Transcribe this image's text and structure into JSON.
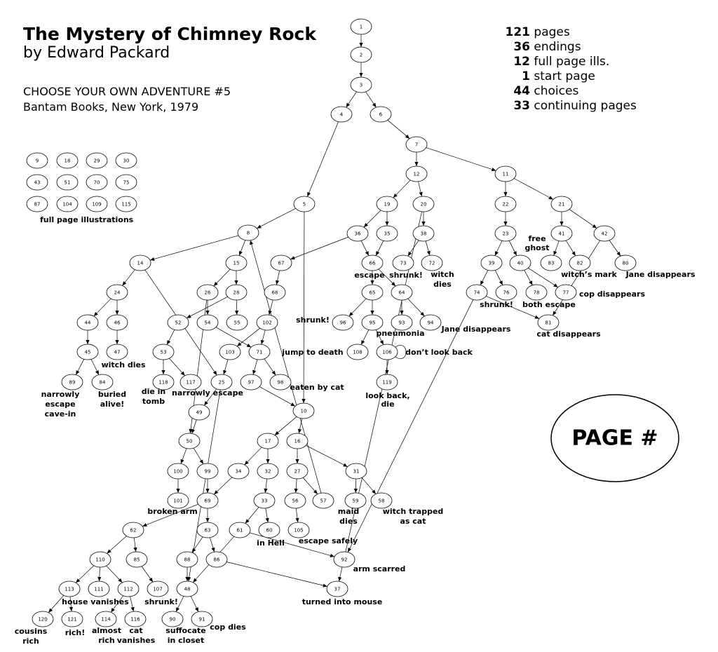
{
  "header": {
    "title": "The Mystery of Chimney Rock",
    "subtitle": "by Edward Packard",
    "series_line1": "CHOOSE YOUR OWN ADVENTURE #5",
    "series_line2": "Bantam Books, New York, 1979"
  },
  "stats": [
    {
      "num": "121",
      "label": "pages"
    },
    {
      "num": "36",
      "label": "endings"
    },
    {
      "num": "12",
      "label": "full page ills."
    },
    {
      "num": "1",
      "label": "start page"
    },
    {
      "num": "44",
      "label": "choices"
    },
    {
      "num": "33",
      "label": "continuing pages"
    }
  ],
  "illustrations": {
    "caption": "full page illustrations",
    "pages": [
      "9",
      "18",
      "29",
      "30",
      "43",
      "51",
      "70",
      "75",
      "87",
      "104",
      "109",
      "115"
    ]
  },
  "page_key": "PAGE #",
  "nodes": [
    {
      "id": "1"
    },
    {
      "id": "2"
    },
    {
      "id": "3"
    },
    {
      "id": "4"
    },
    {
      "id": "6"
    },
    {
      "id": "7"
    },
    {
      "id": "5"
    },
    {
      "id": "12"
    },
    {
      "id": "11"
    },
    {
      "id": "19"
    },
    {
      "id": "20"
    },
    {
      "id": "22"
    },
    {
      "id": "21"
    },
    {
      "id": "8"
    },
    {
      "id": "36"
    },
    {
      "id": "35"
    },
    {
      "id": "38"
    },
    {
      "id": "23"
    },
    {
      "id": "41"
    },
    {
      "id": "42"
    },
    {
      "id": "14"
    },
    {
      "id": "15"
    },
    {
      "id": "67"
    },
    {
      "id": "66"
    },
    {
      "id": "73"
    },
    {
      "id": "72"
    },
    {
      "id": "39"
    },
    {
      "id": "40"
    },
    {
      "id": "83"
    },
    {
      "id": "82"
    },
    {
      "id": "80"
    },
    {
      "id": "24"
    },
    {
      "id": "26"
    },
    {
      "id": "28"
    },
    {
      "id": "68"
    },
    {
      "id": "65"
    },
    {
      "id": "64"
    },
    {
      "id": "74"
    },
    {
      "id": "76"
    },
    {
      "id": "78"
    },
    {
      "id": "77"
    },
    {
      "id": "44"
    },
    {
      "id": "46"
    },
    {
      "id": "52"
    },
    {
      "id": "54"
    },
    {
      "id": "55"
    },
    {
      "id": "102"
    },
    {
      "id": "96"
    },
    {
      "id": "95"
    },
    {
      "id": "93"
    },
    {
      "id": "94"
    },
    {
      "id": "81"
    },
    {
      "id": "45"
    },
    {
      "id": "47"
    },
    {
      "id": "53"
    },
    {
      "id": "103"
    },
    {
      "id": "71"
    },
    {
      "id": "108"
    },
    {
      "id": "106"
    },
    {
      "id": "89"
    },
    {
      "id": "84"
    },
    {
      "id": "118"
    },
    {
      "id": "117"
    },
    {
      "id": "25"
    },
    {
      "id": "97"
    },
    {
      "id": "98"
    },
    {
      "id": "119"
    },
    {
      "id": "49"
    },
    {
      "id": "10"
    },
    {
      "id": "50"
    },
    {
      "id": "17"
    },
    {
      "id": "16"
    },
    {
      "id": "34"
    },
    {
      "id": "32"
    },
    {
      "id": "27"
    },
    {
      "id": "31"
    },
    {
      "id": "100"
    },
    {
      "id": "99"
    },
    {
      "id": "69"
    },
    {
      "id": "101"
    },
    {
      "id": "33"
    },
    {
      "id": "56"
    },
    {
      "id": "57"
    },
    {
      "id": "59"
    },
    {
      "id": "58"
    },
    {
      "id": "62"
    },
    {
      "id": "63"
    },
    {
      "id": "61"
    },
    {
      "id": "60"
    },
    {
      "id": "105"
    },
    {
      "id": "110"
    },
    {
      "id": "85"
    },
    {
      "id": "88"
    },
    {
      "id": "86"
    },
    {
      "id": "92"
    },
    {
      "id": "113"
    },
    {
      "id": "111"
    },
    {
      "id": "112"
    },
    {
      "id": "107"
    },
    {
      "id": "48"
    },
    {
      "id": "37"
    },
    {
      "id": "120"
    },
    {
      "id": "121"
    },
    {
      "id": "114"
    },
    {
      "id": "116"
    },
    {
      "id": "90"
    },
    {
      "id": "91"
    }
  ],
  "edges": [
    [
      "1",
      "2"
    ],
    [
      "2",
      "3"
    ],
    [
      "3",
      "4"
    ],
    [
      "3",
      "6"
    ],
    [
      "4",
      "5"
    ],
    [
      "6",
      "7"
    ],
    [
      "7",
      "12"
    ],
    [
      "7",
      "11"
    ],
    [
      "12",
      "19"
    ],
    [
      "12",
      "20"
    ],
    [
      "11",
      "22"
    ],
    [
      "11",
      "21"
    ],
    [
      "5",
      "8"
    ],
    [
      "5",
      "10"
    ],
    [
      "19",
      "36"
    ],
    [
      "19",
      "35"
    ],
    [
      "20",
      "38"
    ],
    [
      "20",
      "37"
    ],
    [
      "22",
      "23"
    ],
    [
      "21",
      "41"
    ],
    [
      "21",
      "42"
    ],
    [
      "8",
      "14"
    ],
    [
      "8",
      "15"
    ],
    [
      "36",
      "67"
    ],
    [
      "36",
      "66"
    ],
    [
      "35",
      "66"
    ],
    [
      "38",
      "73"
    ],
    [
      "38",
      "72"
    ],
    [
      "23",
      "39"
    ],
    [
      "23",
      "40"
    ],
    [
      "41",
      "83"
    ],
    [
      "41",
      "82"
    ],
    [
      "42",
      "80"
    ],
    [
      "42",
      "81"
    ],
    [
      "14",
      "24"
    ],
    [
      "14",
      "25"
    ],
    [
      "15",
      "26"
    ],
    [
      "15",
      "28"
    ],
    [
      "67",
      "68"
    ],
    [
      "66",
      "65"
    ],
    [
      "66",
      "64"
    ],
    [
      "39",
      "74"
    ],
    [
      "39",
      "76"
    ],
    [
      "40",
      "78"
    ],
    [
      "40",
      "77"
    ],
    [
      "24",
      "44"
    ],
    [
      "24",
      "46"
    ],
    [
      "26",
      "54"
    ],
    [
      "26",
      "50"
    ],
    [
      "28",
      "52"
    ],
    [
      "28",
      "55"
    ],
    [
      "68",
      "102"
    ],
    [
      "65",
      "96"
    ],
    [
      "65",
      "95"
    ],
    [
      "64",
      "93"
    ],
    [
      "64",
      "94"
    ],
    [
      "74",
      "81"
    ],
    [
      "74",
      "92"
    ],
    [
      "44",
      "45"
    ],
    [
      "46",
      "47"
    ],
    [
      "52",
      "53"
    ],
    [
      "54",
      "71"
    ],
    [
      "102",
      "103"
    ],
    [
      "102",
      "71"
    ],
    [
      "95",
      "108"
    ],
    [
      "95",
      "106"
    ],
    [
      "106",
      "106"
    ],
    [
      "45",
      "89"
    ],
    [
      "45",
      "84"
    ],
    [
      "53",
      "118"
    ],
    [
      "53",
      "117"
    ],
    [
      "103",
      "25"
    ],
    [
      "71",
      "97"
    ],
    [
      "71",
      "98"
    ],
    [
      "106",
      "119"
    ],
    [
      "25",
      "49"
    ],
    [
      "25",
      "48"
    ],
    [
      "97",
      "10"
    ],
    [
      "49",
      "50"
    ],
    [
      "10",
      "17"
    ],
    [
      "10",
      "16"
    ],
    [
      "50",
      "100"
    ],
    [
      "50",
      "99"
    ],
    [
      "17",
      "34"
    ],
    [
      "17",
      "32"
    ],
    [
      "16",
      "27"
    ],
    [
      "16",
      "31"
    ],
    [
      "100",
      "101"
    ],
    [
      "99",
      "69"
    ],
    [
      "34",
      "69"
    ],
    [
      "32",
      "33"
    ],
    [
      "27",
      "56"
    ],
    [
      "27",
      "57"
    ],
    [
      "57",
      "8"
    ],
    [
      "31",
      "59"
    ],
    [
      "31",
      "58"
    ],
    [
      "69",
      "62"
    ],
    [
      "69",
      "63"
    ],
    [
      "33",
      "61"
    ],
    [
      "33",
      "60"
    ],
    [
      "56",
      "105"
    ],
    [
      "62",
      "110"
    ],
    [
      "62",
      "85"
    ],
    [
      "63",
      "88"
    ],
    [
      "63",
      "86"
    ],
    [
      "61",
      "92"
    ],
    [
      "61",
      "48"
    ],
    [
      "110",
      "113"
    ],
    [
      "110",
      "111"
    ],
    [
      "110",
      "112"
    ],
    [
      "85",
      "107"
    ],
    [
      "88",
      "48"
    ],
    [
      "86",
      "37"
    ],
    [
      "113",
      "120"
    ],
    [
      "113",
      "121"
    ],
    [
      "112",
      "114"
    ],
    [
      "112",
      "116"
    ],
    [
      "48",
      "90"
    ],
    [
      "48",
      "91"
    ]
  ],
  "annotations": [
    {
      "text": "free"
    },
    {
      "text": "ghost"
    },
    {
      "text": "escape"
    },
    {
      "text": "shrunk!"
    },
    {
      "text": "witch"
    },
    {
      "text": "dies"
    },
    {
      "text": "witch’s mark"
    },
    {
      "text": "Jane disappears"
    },
    {
      "text": "cop disappears"
    },
    {
      "text": "shrunk!"
    },
    {
      "text": "both escape"
    },
    {
      "text": "shrunk!"
    },
    {
      "text": "pneumonia"
    },
    {
      "text": "Jane disappears"
    },
    {
      "text": "cat disappears"
    },
    {
      "text": "jump to death"
    },
    {
      "text": "don’t look back"
    },
    {
      "text": "witch dies"
    },
    {
      "text": "narrowly"
    },
    {
      "text": "escape"
    },
    {
      "text": "cave-in"
    },
    {
      "text": "buried"
    },
    {
      "text": "alive!"
    },
    {
      "text": "die in"
    },
    {
      "text": "tomb"
    },
    {
      "text": "narrowly escape"
    },
    {
      "text": "eaten by cat"
    },
    {
      "text": "look back,"
    },
    {
      "text": "die"
    },
    {
      "text": "maid"
    },
    {
      "text": "dies"
    },
    {
      "text": "witch trapped"
    },
    {
      "text": "as cat"
    },
    {
      "text": "broken arm"
    },
    {
      "text": "in Hell"
    },
    {
      "text": "escape safely"
    },
    {
      "text": "arm scarred"
    },
    {
      "text": "house vanishes"
    },
    {
      "text": "shrunk!"
    },
    {
      "text": "turned into mouse"
    },
    {
      "text": "cousins"
    },
    {
      "text": "rich"
    },
    {
      "text": "rich!"
    },
    {
      "text": "almost"
    },
    {
      "text": "rich"
    },
    {
      "text": "cat"
    },
    {
      "text": "vanishes"
    },
    {
      "text": "suffocate"
    },
    {
      "text": "in closet"
    },
    {
      "text": "cop dies"
    }
  ]
}
